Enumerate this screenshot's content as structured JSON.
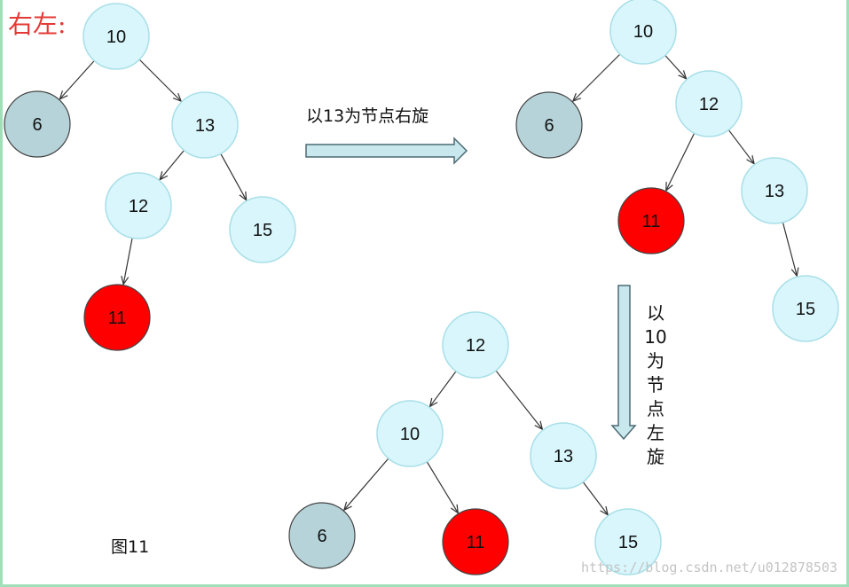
{
  "title": "右左:",
  "colors": {
    "normal_node": "#d8f6fc",
    "normal_stroke": "#a9dfe8",
    "black_node": "#b5d3d8",
    "black_stroke": "#444444",
    "red_node": "#ff0000",
    "red_stroke": "#444444",
    "arrow_fill": "#c9e8ee",
    "arrow_stroke": "#4a6a74"
  },
  "steps": {
    "right_rotate_label": "以13为节点右旋",
    "left_rotate_label": [
      "以",
      "10",
      "为",
      "节",
      "点",
      "左",
      "旋"
    ]
  },
  "figure_label": "图11",
  "watermark": "https://blog.csdn.net/u012878503",
  "trees": [
    {
      "id": "before",
      "nodes": [
        {
          "id": "n10",
          "label": "10",
          "color": "normal"
        },
        {
          "id": "n6",
          "label": "6",
          "color": "black"
        },
        {
          "id": "n13",
          "label": "13",
          "color": "normal"
        },
        {
          "id": "n12",
          "label": "12",
          "color": "normal"
        },
        {
          "id": "n15",
          "label": "15",
          "color": "normal"
        },
        {
          "id": "n11",
          "label": "11",
          "color": "red"
        }
      ],
      "edges": [
        [
          "n10",
          "n6"
        ],
        [
          "n10",
          "n13"
        ],
        [
          "n13",
          "n12"
        ],
        [
          "n13",
          "n15"
        ],
        [
          "n12",
          "n11"
        ]
      ]
    },
    {
      "id": "after-right-rotate",
      "nodes": [
        {
          "id": "n10",
          "label": "10",
          "color": "normal"
        },
        {
          "id": "n6",
          "label": "6",
          "color": "black"
        },
        {
          "id": "n12",
          "label": "12",
          "color": "normal"
        },
        {
          "id": "n11",
          "label": "11",
          "color": "red"
        },
        {
          "id": "n13",
          "label": "13",
          "color": "normal"
        },
        {
          "id": "n15",
          "label": "15",
          "color": "normal"
        }
      ],
      "edges": [
        [
          "n10",
          "n6"
        ],
        [
          "n10",
          "n12"
        ],
        [
          "n12",
          "n11"
        ],
        [
          "n12",
          "n13"
        ],
        [
          "n13",
          "n15"
        ]
      ]
    },
    {
      "id": "after-left-rotate",
      "nodes": [
        {
          "id": "n12",
          "label": "12",
          "color": "normal"
        },
        {
          "id": "n10",
          "label": "10",
          "color": "normal"
        },
        {
          "id": "n13",
          "label": "13",
          "color": "normal"
        },
        {
          "id": "n6",
          "label": "6",
          "color": "black"
        },
        {
          "id": "n11",
          "label": "11",
          "color": "red"
        },
        {
          "id": "n15",
          "label": "15",
          "color": "normal"
        }
      ],
      "edges": [
        [
          "n12",
          "n10"
        ],
        [
          "n12",
          "n13"
        ],
        [
          "n10",
          "n6"
        ],
        [
          "n10",
          "n11"
        ],
        [
          "n13",
          "n15"
        ]
      ]
    }
  ]
}
